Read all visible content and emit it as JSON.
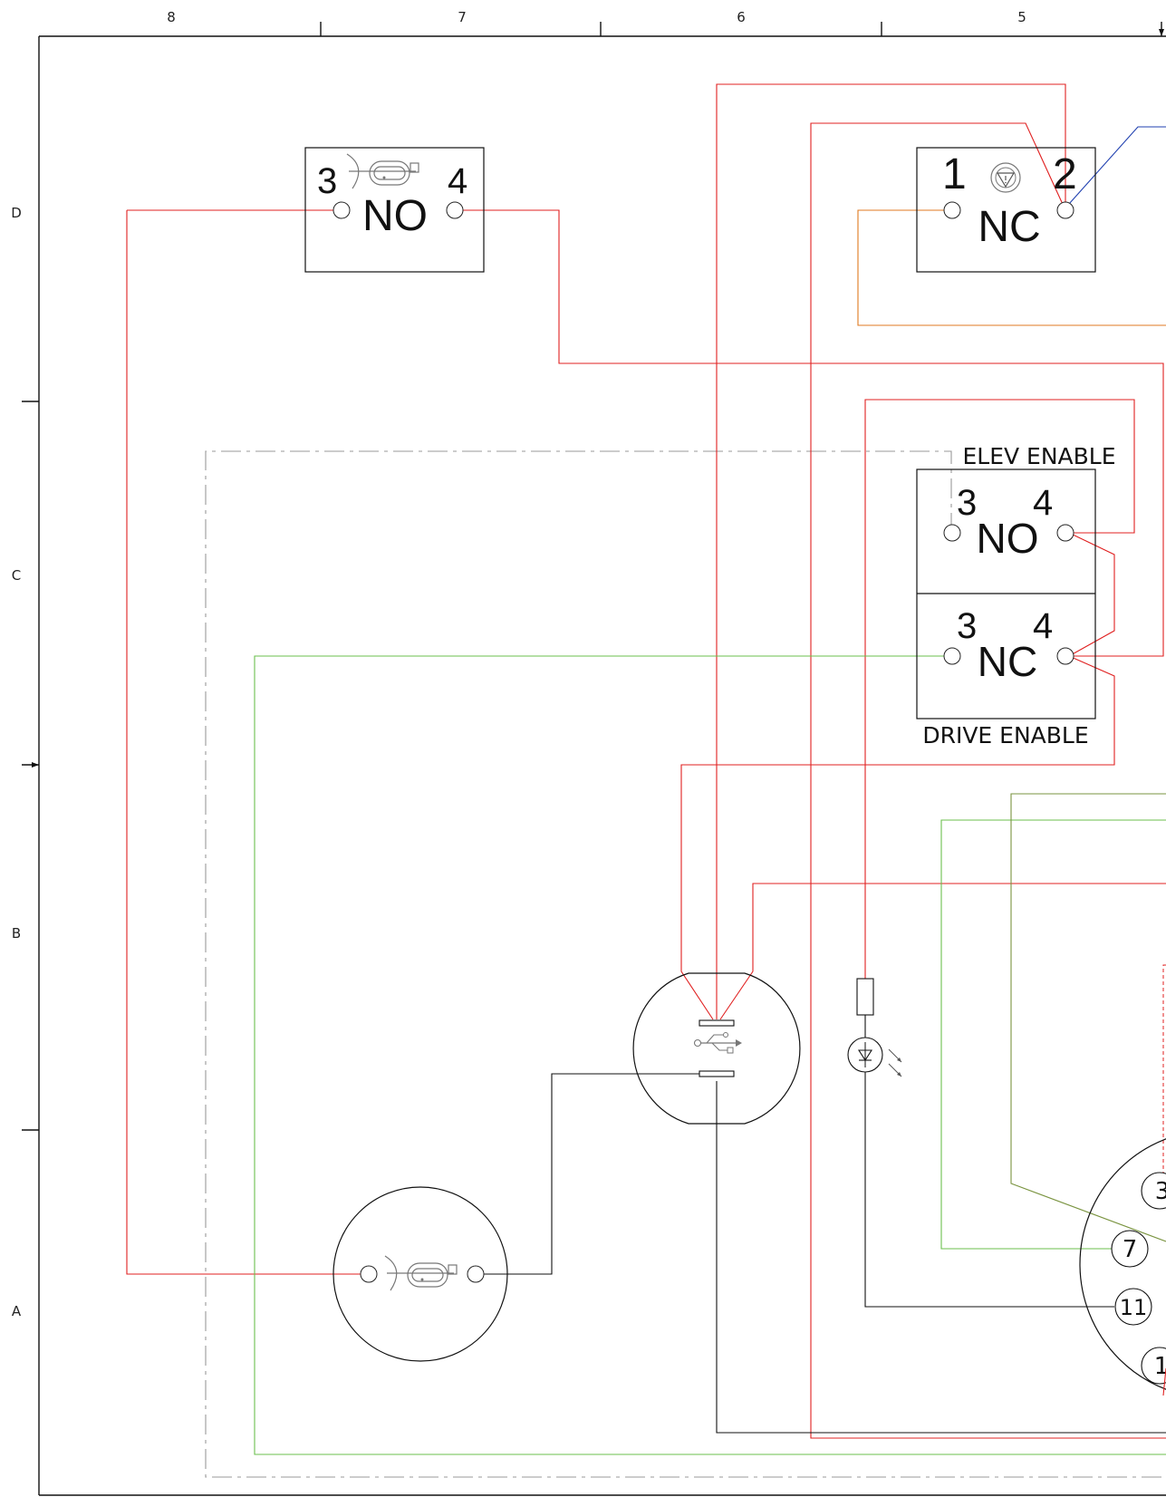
{
  "ruler": {
    "columns": [
      "8",
      "7",
      "6",
      "5"
    ],
    "rows": [
      "D",
      "C",
      "B",
      "A"
    ]
  },
  "horn_switch": {
    "term_left": "3",
    "term_right": "4",
    "contact": "NO",
    "icon": "horn-icon"
  },
  "estop_switch": {
    "term_left": "1",
    "term_right": "2",
    "contact": "NC",
    "icon": "emergency-stop-icon"
  },
  "enable_switch": {
    "top_label": "ELEV ENABLE",
    "bottom_label": "DRIVE ENABLE",
    "upper": {
      "term_left": "3",
      "term_right": "4",
      "contact": "NO"
    },
    "lower": {
      "term_left": "3",
      "term_right": "4",
      "contact": "NC"
    }
  },
  "connector": {
    "pins": [
      "3",
      "7",
      "11",
      "1"
    ]
  },
  "usb_port": {
    "icon": "usb-icon"
  },
  "horn": {
    "icon": "horn-icon"
  },
  "indicator": {
    "icon": "led-icon"
  },
  "colors": {
    "red": "#e02020",
    "orange": "#e07a20",
    "green": "#6bbf4e",
    "olive": "#7a9440",
    "blue": "#2040b0",
    "black": "#111111",
    "dashed_gray": "#999999"
  }
}
